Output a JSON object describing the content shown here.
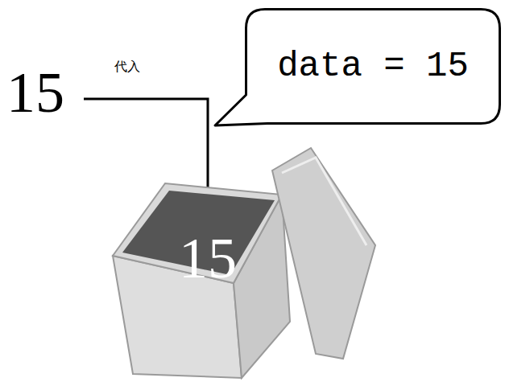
{
  "diagram": {
    "nodes": [
      {
        "text": [
          "data = 15"
        ]
      },
      {
        "text": [
          "15"
        ]
      }
    ],
    "labels": [
      "15",
      "代入"
    ]
  }
}
